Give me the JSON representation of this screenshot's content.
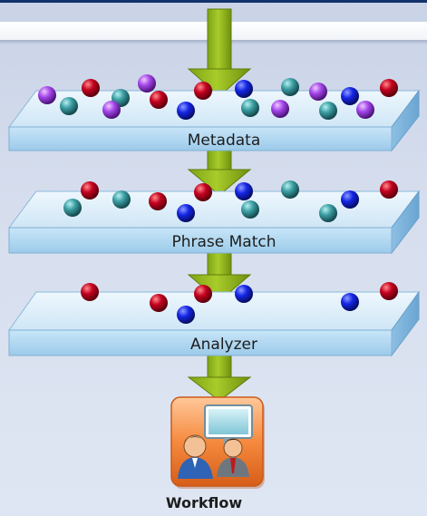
{
  "stages": [
    {
      "label": "Metadata"
    },
    {
      "label": "Phrase Match"
    },
    {
      "label": "Analyzer"
    }
  ],
  "output": {
    "label": "Workflow",
    "icon": "users-monitor-icon"
  },
  "colors": {
    "red": "#b3001c",
    "blue": "#0f1fd2",
    "teal": "#2e8f94",
    "purple": "#9e3ee0",
    "arrow": "#8fb81a",
    "plate_top": "#d9ecf8",
    "plate_front": "#b7dbf3"
  }
}
